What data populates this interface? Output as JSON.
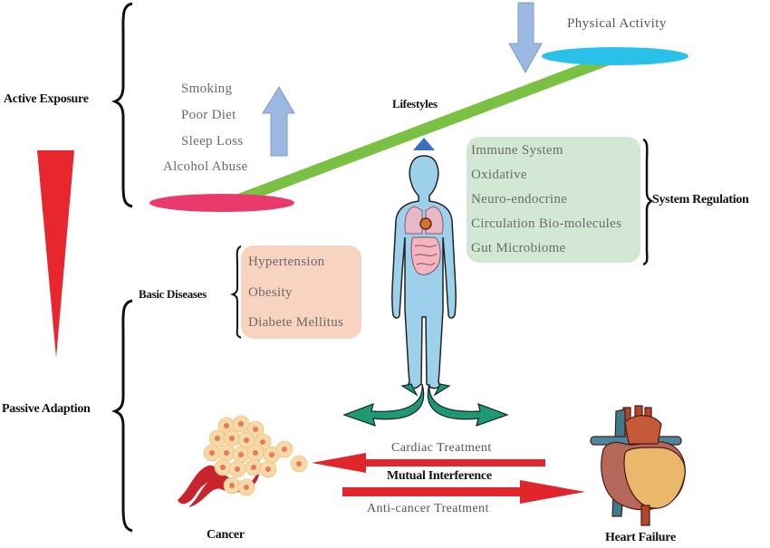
{
  "labels": {
    "active_exposure": "Active Exposure",
    "passive_adaption": "Passive Adaption",
    "lifestyles": "Lifestyles",
    "physical_activity": "Physical Activity",
    "system_regulation": "System Regulation",
    "basic_diseases": "Basic Diseases",
    "cardiac_treatment": "Cardiac Treatment",
    "mutual_interference": "Mutual Interference",
    "anti_cancer_treatment": "Anti-cancer Treatment",
    "cancer": "Cancer",
    "heart_failure": "Heart Failure"
  },
  "risk_factors": [
    "Smoking",
    "Poor Diet",
    "Sleep Loss",
    "Alcohol  Abuse"
  ],
  "system_regulation_items": [
    "Immune System",
    "Oxidative",
    "Neuro-endocrine",
    "Circulation Bio-molecules",
    "Gut Microbiome"
  ],
  "basic_disease_items": [
    "Hypertension",
    "Obesity",
    "Diabete Mellitus"
  ],
  "colors": {
    "seesaw_bar": "#7ac143",
    "left_disc": "#e83a6b",
    "right_disc": "#29c0ea",
    "fulcrum": "#3a6fc0",
    "blue_arrow": "#9ab8e0",
    "red_wedge": "#e8262e",
    "treatment_arrow": "#e0252b",
    "green_arrows": "#1f9a70",
    "body": "#9dd0ea",
    "system_box": "#d3e8d4",
    "disease_box": "#f8d3c0"
  }
}
